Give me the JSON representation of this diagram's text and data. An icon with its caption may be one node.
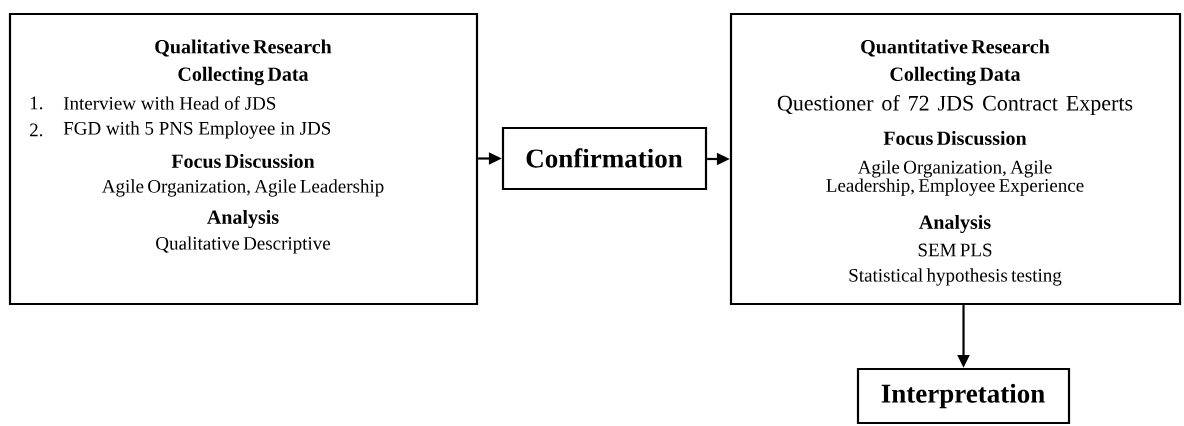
{
  "diagram": {
    "nodes": [
      {
        "text": [
          "Qualitative Research",
          "Collecting Data",
          "1.",
          "Interview with Head of JDS",
          "2.",
          "FGD with 5 PNS Employee in JDS",
          "Focus Discussion",
          "Agile Organization, Agile Leadership",
          "Analysis",
          "Qualitative Descriptive"
        ]
      },
      {
        "text": [
          "Confirmation"
        ]
      },
      {
        "text": [
          "Quantitative Research",
          "Collecting Data",
          "Questioner of 72 JDS Contract Experts",
          "Focus Discussion",
          "Agile Organization, Agile Leadership, Employee Experience",
          "Analysis",
          "SEM PLS",
          "Statistical hypothesis testing"
        ]
      },
      {
        "text": [
          "Interpretation"
        ]
      }
    ],
    "edges": [
      {
        "from": 0,
        "to": 1,
        "arrow": "to"
      },
      {
        "from": 1,
        "to": 2,
        "arrow": "to"
      },
      {
        "from": 2,
        "to": 3,
        "arrow": "to"
      }
    ]
  }
}
